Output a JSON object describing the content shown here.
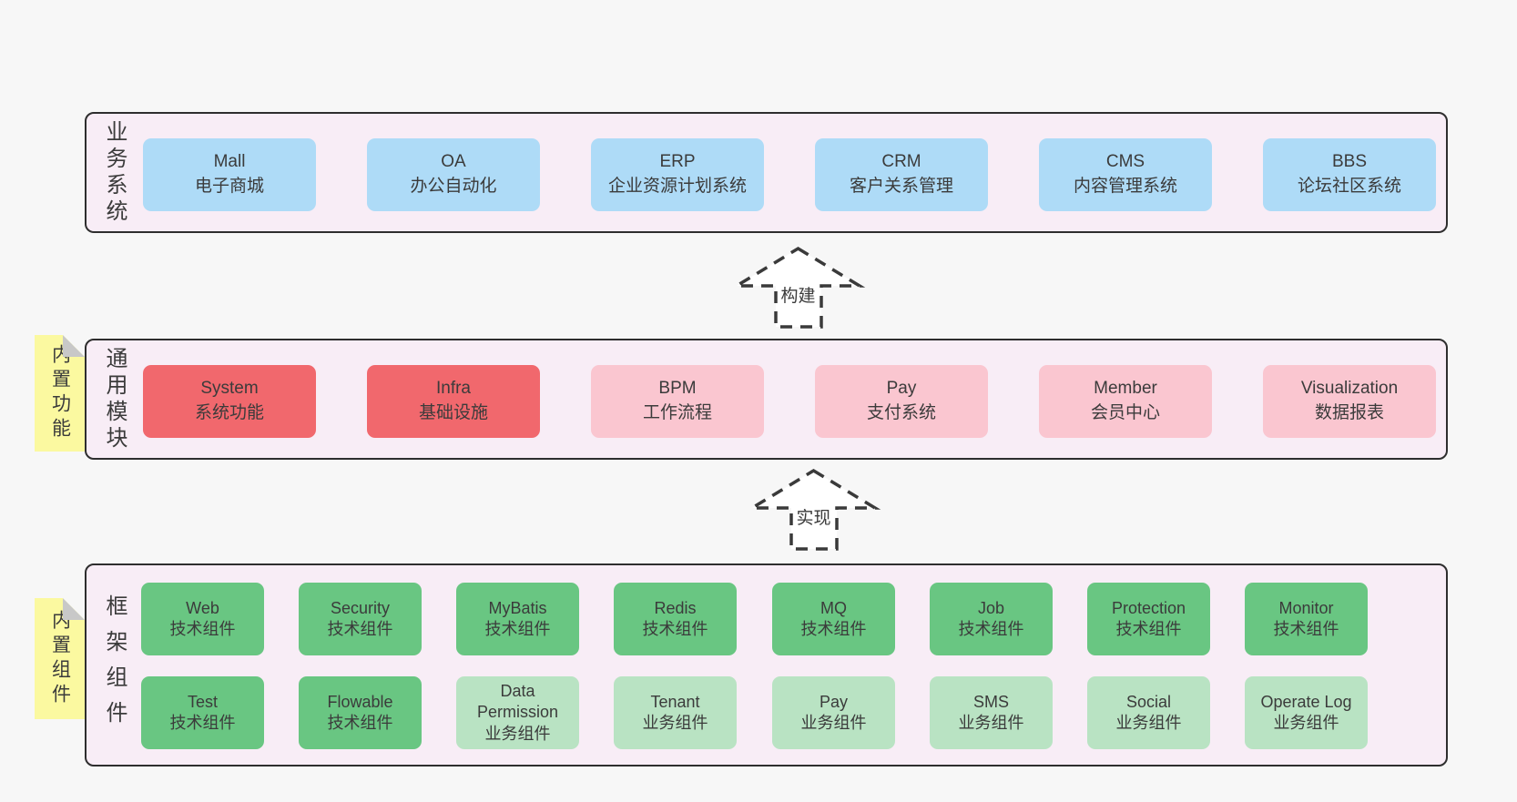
{
  "colors": {
    "page_bg": "#f7f7f7",
    "band_bg": "#f8edf6",
    "band_border": "#2e2e2e",
    "blue": "#aedbf7",
    "red": "#f1686d",
    "pink": "#fac6d0",
    "green": "#69c682",
    "light_green": "#b9e3c3",
    "note_yellow": "#fbf9a0",
    "note_fold_gray": "#c8c8c8",
    "text": "#3b3b3b",
    "arrow_stroke": "#3a3a3a"
  },
  "arrows": [
    {
      "label": "构建"
    },
    {
      "label": "实现"
    }
  ],
  "bands": [
    {
      "label": "业务系统",
      "boxes": [
        {
          "title": "Mall",
          "subtitle": "电子商城",
          "color": "blue"
        },
        {
          "title": "OA",
          "subtitle": "办公自动化",
          "color": "blue"
        },
        {
          "title": "ERP",
          "subtitle": "企业资源计划系统",
          "color": "blue"
        },
        {
          "title": "CRM",
          "subtitle": "客户关系管理",
          "color": "blue"
        },
        {
          "title": "CMS",
          "subtitle": "内容管理系统",
          "color": "blue"
        },
        {
          "title": "BBS",
          "subtitle": "论坛社区系统",
          "color": "blue"
        }
      ]
    },
    {
      "label": "通用模块",
      "note": "内置功能",
      "boxes": [
        {
          "title": "System",
          "subtitle": "系统功能",
          "color": "red"
        },
        {
          "title": "Infra",
          "subtitle": "基础设施",
          "color": "red"
        },
        {
          "title": "BPM",
          "subtitle": "工作流程",
          "color": "pink"
        },
        {
          "title": "Pay",
          "subtitle": "支付系统",
          "color": "pink"
        },
        {
          "title": "Member",
          "subtitle": "会员中心",
          "color": "pink"
        },
        {
          "title": "Visualization",
          "subtitle": "数据报表",
          "color": "pink"
        }
      ]
    },
    {
      "label": "框架组件",
      "note": "内置组件",
      "rows": [
        [
          {
            "title": "Web",
            "subtitle": "技术组件",
            "color": "green"
          },
          {
            "title": "Security",
            "subtitle": "技术组件",
            "color": "green"
          },
          {
            "title": "MyBatis",
            "subtitle": "技术组件",
            "color": "green"
          },
          {
            "title": "Redis",
            "subtitle": "技术组件",
            "color": "green"
          },
          {
            "title": "MQ",
            "subtitle": "技术组件",
            "color": "green"
          },
          {
            "title": "Job",
            "subtitle": "技术组件",
            "color": "green"
          },
          {
            "title": "Protection",
            "subtitle": "技术组件",
            "color": "green"
          },
          {
            "title": "Monitor",
            "subtitle": "技术组件",
            "color": "green"
          }
        ],
        [
          {
            "title": "Test",
            "subtitle": "技术组件",
            "color": "green"
          },
          {
            "title": "Flowable",
            "subtitle": "技术组件",
            "color": "green"
          },
          {
            "title": "Data Permission",
            "subtitle": "业务组件",
            "color": "light_green"
          },
          {
            "title": "Tenant",
            "subtitle": "业务组件",
            "color": "light_green"
          },
          {
            "title": "Pay",
            "subtitle": "业务组件",
            "color": "light_green"
          },
          {
            "title": "SMS",
            "subtitle": "业务组件",
            "color": "light_green"
          },
          {
            "title": "Social",
            "subtitle": "业务组件",
            "color": "light_green"
          },
          {
            "title": "Operate Log",
            "subtitle": "业务组件",
            "color": "light_green"
          }
        ]
      ]
    }
  ]
}
